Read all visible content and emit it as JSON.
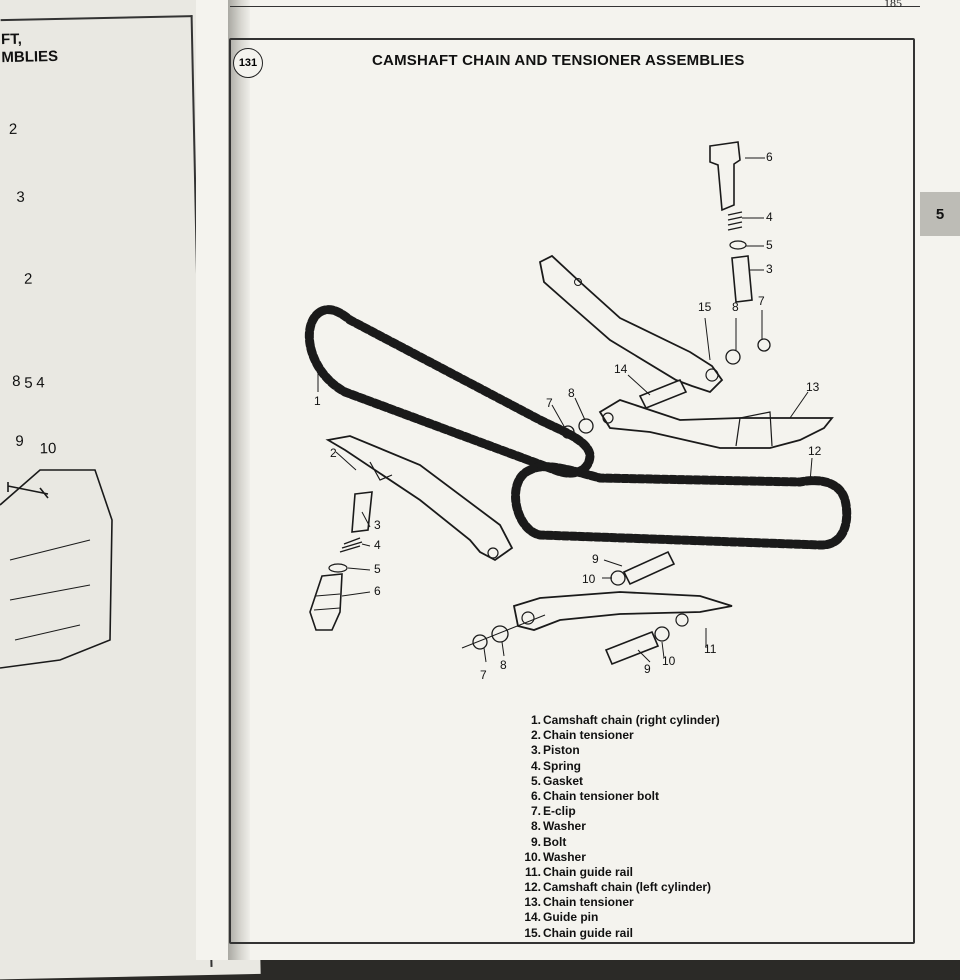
{
  "page": {
    "number": "185",
    "chapter_tab": "5"
  },
  "left_page": {
    "title_lines": [
      "FT,",
      "MBLIES"
    ],
    "callouts": [
      "2",
      "3",
      "2",
      "8",
      "5",
      "4",
      "9",
      "10"
    ]
  },
  "figure": {
    "number": "131",
    "title": "CAMSHAFT CHAIN AND TENSIONER ASSEMBLIES",
    "callouts": {
      "c6_top": "6",
      "c4_top": "4",
      "c5_top": "5",
      "c3_top": "3",
      "c15": "15",
      "c8_top": "8",
      "c7_top": "7",
      "c14": "14",
      "c13": "13",
      "c8_mid": "8",
      "c7_mid": "7",
      "c1": "1",
      "c12": "12",
      "c2": "2",
      "c3_left": "3",
      "c4_left": "4",
      "c5_left": "5",
      "c6_left": "6",
      "c9_upper": "9",
      "c10_upper": "10",
      "c11": "11",
      "c7_bot": "7",
      "c8_bot": "8",
      "c9_bot": "9",
      "c10_bot": "10"
    },
    "legend": [
      {
        "num": "1.",
        "label": "Camshaft chain (right cylinder)"
      },
      {
        "num": "2.",
        "label": "Chain tensioner"
      },
      {
        "num": "3.",
        "label": "Piston"
      },
      {
        "num": "4.",
        "label": "Spring"
      },
      {
        "num": "5.",
        "label": "Gasket"
      },
      {
        "num": "6.",
        "label": "Chain tensioner bolt"
      },
      {
        "num": "7.",
        "label": "E-clip"
      },
      {
        "num": "8.",
        "label": "Washer"
      },
      {
        "num": "9.",
        "label": "Bolt"
      },
      {
        "num": "10.",
        "label": "Washer"
      },
      {
        "num": "11.",
        "label": "Chain guide rail"
      },
      {
        "num": "12.",
        "label": "Camshaft chain (left cylinder)"
      },
      {
        "num": "13.",
        "label": "Chain tensioner"
      },
      {
        "num": "14.",
        "label": "Guide pin"
      },
      {
        "num": "15.",
        "label": "Chain guide rail"
      }
    ]
  }
}
